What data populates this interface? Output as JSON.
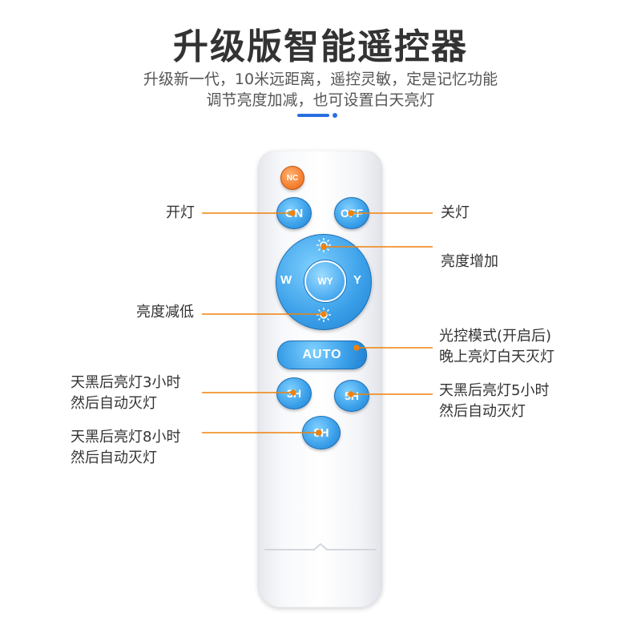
{
  "header": {
    "title": "升级版智能遥控器",
    "subtitle_line1": "升级新一代，10米远距离，遥控灵敏，定是记忆功能",
    "subtitle_line2": "调节亮度加减，也可设置白天亮灯"
  },
  "colors": {
    "accent": "#2a6fe0",
    "button_blue": "#3a9fe8",
    "button_orange": "#f47a2a",
    "leader_line": "#f0820a",
    "text": "#333333"
  },
  "remote": {
    "buttons": {
      "nc": "NC",
      "on": "ON",
      "off": "OFF",
      "w": "W",
      "center": "WY",
      "y": "Y",
      "auto": "AUTO",
      "h3": "3H",
      "h5": "5H",
      "h8": "8H"
    },
    "icons": {
      "brightness_up": "sun-icon",
      "brightness_down": "half-sun-icon"
    }
  },
  "labels": {
    "on": "开灯",
    "off": "关灯",
    "brightness_up": "亮度增加",
    "brightness_down": "亮度减低",
    "auto_line1": "光控模式(开启后)",
    "auto_line2": "晚上亮灯白天灭灯",
    "h3_line1": "天黑后亮灯3小时",
    "h3_line2": "然后自动灭灯",
    "h5_line1": "天黑后亮灯5小时",
    "h5_line2": "然后自动灭灯",
    "h8_line1": "天黑后亮灯8小时",
    "h8_line2": "然后自动灭灯"
  }
}
